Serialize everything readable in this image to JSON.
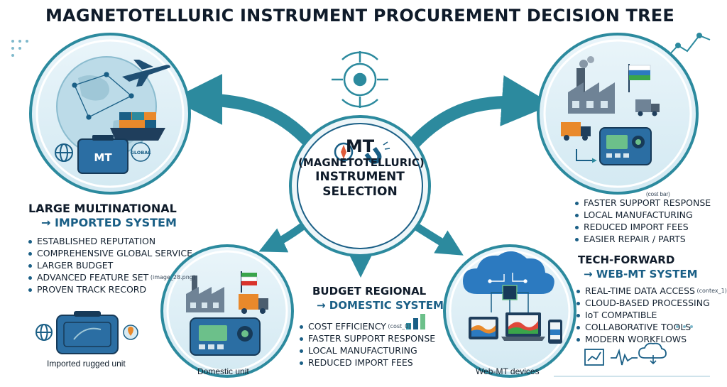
{
  "title": "MAGNETOTELLURIC INSTRUMENT PROCUREMENT DECISION TREE",
  "center": {
    "line1": "MT",
    "line2": "(MAGNETOTELLURIC)",
    "line3": "INSTRUMENT",
    "line4": "SELECTION",
    "icons": [
      "compass-icon",
      "magnet-icon"
    ]
  },
  "branches": {
    "multinational": {
      "heading": "LARGE MULTINATIONAL",
      "subheading": "→ IMPORTED SYSTEM",
      "items": [
        {
          "text": "ESTABLISHED REPUTATION",
          "tag": ""
        },
        {
          "text": "COMPREHENSIVE GLOBAL SERVICE",
          "tag": ""
        },
        {
          "text": "LARGER BUDGET",
          "tag": ""
        },
        {
          "text": "ADVANCED FEATURE SET",
          "tag": "(image_28.png)"
        },
        {
          "text": "PROVEN TRACK RECORD",
          "tag": ""
        }
      ],
      "case_label": "MT",
      "globe_label": "GLOBAL",
      "caption": "Imported rugged unit"
    },
    "regional_support": {
      "tag": "(cost bar)",
      "items": [
        {
          "text": "FASTER SUPPORT RESPONSE",
          "tag": ""
        },
        {
          "text": "LOCAL MANUFACTURING",
          "tag": ""
        },
        {
          "text": "REDUCED IMPORT FEES",
          "tag": ""
        },
        {
          "text": "EASIER REPAIR / PARTS",
          "tag": ""
        }
      ]
    },
    "budget": {
      "heading": "BUDGET REGIONAL",
      "subheading": "→ DOMESTIC SYSTEM",
      "items": [
        {
          "text": "COST EFFICIENCY",
          "tag": "(cost_0)"
        },
        {
          "text": "FASTER SUPPORT RESPONSE",
          "tag": ""
        },
        {
          "text": "LOCAL MANUFACTURING",
          "tag": ""
        },
        {
          "text": "REDUCED IMPORT FEES",
          "tag": ""
        }
      ],
      "caption": "Domestic unit"
    },
    "tech": {
      "heading": "TECH-FORWARD",
      "subheading": "→ WEB-MT SYSTEM",
      "items": [
        {
          "text": "REAL-TIME DATA ACCESS",
          "tag": "(contex_1)"
        },
        {
          "text": "CLOUD-BASED PROCESSING",
          "tag": ""
        },
        {
          "text": "IoT COMPATIBLE",
          "tag": ""
        },
        {
          "text": "COLLABORATIVE TOOLS",
          "tag": ""
        },
        {
          "text": "MODERN WORKFLOWS",
          "tag": ""
        }
      ],
      "caption": "Web-MT devices"
    }
  },
  "colors": {
    "teal": "#2c8a9e",
    "deep_blue": "#1a5f86",
    "navy": "#0f1b2a",
    "light_blue": "#d6ecf3",
    "screen_green": "#6cc08a",
    "orange": "#e9892b"
  }
}
